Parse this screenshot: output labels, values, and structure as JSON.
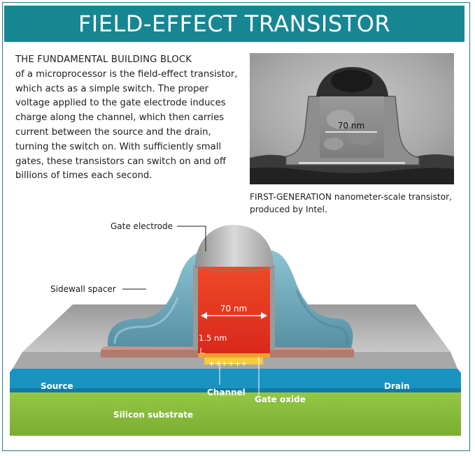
{
  "header": {
    "title": "FIELD-EFFECT TRANSISTOR"
  },
  "intro": {
    "lead": "THE FUNDAMENTAL BUILDING BLOCK",
    "body": "of a microprocessor is the field-effect transistor, which acts as a simple switch. The proper voltage applied to the gate electrode induces charge along the channel, which then carries current between the source and the drain, turning the switch on. With sufficiently small gates, these transistors can switch on and off billions of times each second."
  },
  "photo": {
    "scale_label": "70 nm",
    "caption_lead": "FIRST-GENERATION",
    "caption_rest": " nanometer-scale transistor, produced by Intel."
  },
  "diagram": {
    "labels": {
      "gate_electrode": "Gate electrode",
      "sidewall_spacer": "Sidewall spacer",
      "gate_length": "70 nm",
      "oxide_thickness": "1.5 nm",
      "charges": "++++++",
      "source": "Source",
      "drain": "Drain",
      "channel": "Channel",
      "gate_oxide": "Gate oxide",
      "substrate": "Silicon substrate"
    }
  },
  "colors": {
    "banner": "#178693",
    "gate": "#e2321d",
    "spacer": "#6aa6b8",
    "source_drain": "#1a93c0",
    "substrate": "#8cbf3c",
    "oxide": "#f0a030"
  }
}
